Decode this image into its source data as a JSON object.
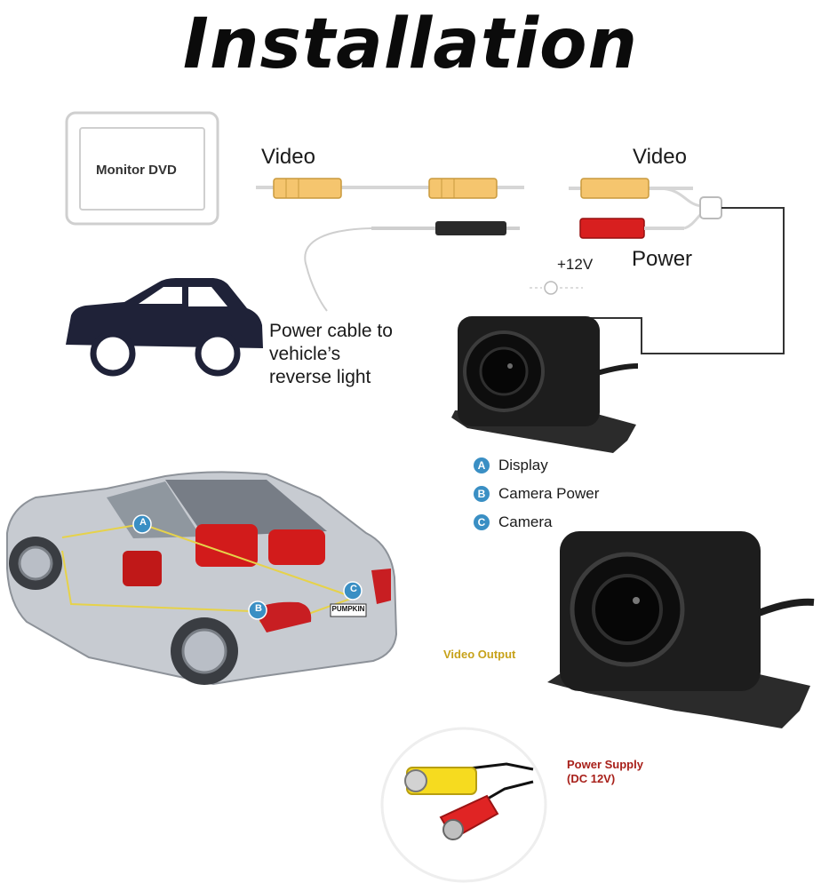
{
  "title": "Installation",
  "monitor": {
    "label": "Monitor DVD"
  },
  "cables": {
    "video_left": "Video",
    "video_right": "Video",
    "power": "Power",
    "voltage": "+12V"
  },
  "power_cable_text": [
    "Power cable to",
    "vehicle’s",
    "reverse light"
  ],
  "legend": [
    {
      "letter": "A",
      "label": "Display"
    },
    {
      "letter": "B",
      "label": "Camera Power"
    },
    {
      "letter": "C",
      "label": "Camera"
    }
  ],
  "car_markers": [
    "A",
    "B",
    "C"
  ],
  "car_plate": "PUMPKIN",
  "camera": {
    "video_output": "Video Output",
    "power_supply": [
      "Power Supply",
      "(DC 12V)"
    ]
  },
  "colors": {
    "video_connector": "#f5c56e",
    "power_connector": "#d81f1f",
    "badge": "#3a8fc4",
    "car_silhouette": "#1f2238",
    "video_output_text": "#c7a21a",
    "power_supply_text": "#a8201a"
  }
}
